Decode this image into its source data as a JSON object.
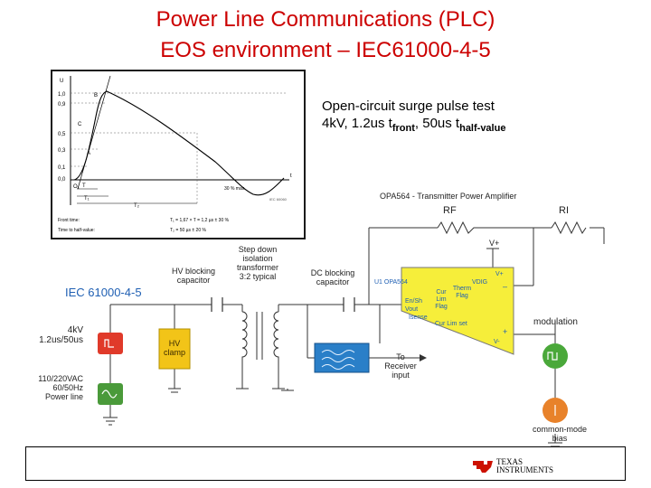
{
  "title": {
    "line1": "Power Line Communications (PLC)",
    "line2": "EOS environment – IEC61000-4-5"
  },
  "waveform": {
    "y_ticks": [
      "U",
      "1,0",
      "0,9",
      "0,5",
      "0,3",
      "0,1",
      "0,0"
    ],
    "points": [
      "B",
      "A",
      "C",
      "O₁"
    ],
    "t_labels": [
      "T",
      "T₁",
      "T₂",
      "t"
    ],
    "tail_note": "30 % max.",
    "ref": "IEC 60060",
    "legend": {
      "front_label": "Front time:",
      "front_value": "T₁ = 1,67 × T = 1,2 µs ± 30 %",
      "half_label": "Time to half-value:",
      "half_value": "T₂ = 50 µs ± 20 %"
    }
  },
  "note": {
    "line1": "Open-circuit surge pulse test",
    "line2_main": "4kV, 1.2us t",
    "line2_sub1": "front",
    "line2_mid": ", 50us t",
    "line2_sub2": "half-value"
  },
  "schematic": {
    "iec_label": "IEC 61000-4-5",
    "surge_source": "4kV\n1.2us/50us",
    "power_source": "110/220VAC\n60/50Hz\nPower line",
    "hv_block_cap": "HV blocking\ncapacitor",
    "transformer": "Step down\nisolation\ntransformer\n3:2 typical",
    "dc_block_cap": "DC blocking\ncapacitor",
    "hv_clamp": "HV\nclamp",
    "receiver": "To\nReceiver\ninput",
    "amp_title": "OPA564 - Transmitter Power Amplifier",
    "rf": "RF",
    "ri": "RI",
    "vplus": "V+",
    "chip_name": "U1 OPA564",
    "pins": {
      "vdig": "VDIG",
      "vplus_pin": "V+",
      "therm": "Therm\nFlag",
      "cur_lim": "Cur\nLim\nFlag",
      "en_sh": "En/Sh",
      "vout": "Vout",
      "isense": "Isense",
      "cur_lim_set": "Cur Lim set",
      "minus": "–",
      "plus": "+",
      "v": "V-"
    },
    "modulation": "modulation",
    "common_mode": "common-mode\nbias"
  },
  "footer": {
    "logo_line1": "TEXAS",
    "logo_line2": "INSTRUMENTS"
  },
  "colors": {
    "title": "#cc0000",
    "iec": "#1f5fb3",
    "source_red": "#e03a2a",
    "source_green": "#4a9a3a",
    "clamp_fill": "#f2c418",
    "filter_fill": "#2a7fc8",
    "amp_fill": "#f6ee3a",
    "mod_green": "#4aa83a",
    "bias_orange": "#e8822a",
    "ti_red": "#cc1100"
  }
}
